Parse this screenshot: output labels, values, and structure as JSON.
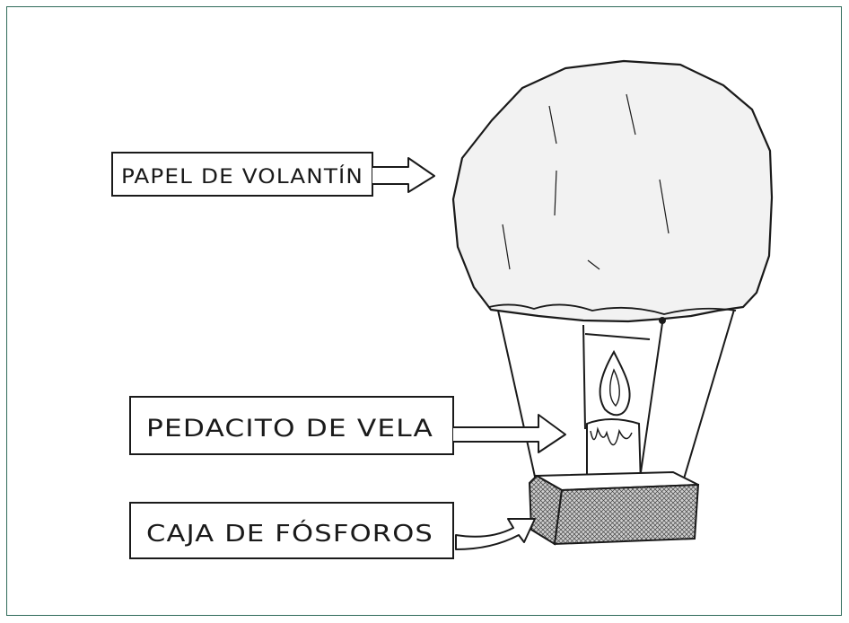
{
  "labels": {
    "paper": "PAPEL DE VOLANTÍN",
    "candle": "PEDACITO DE VELA",
    "matchbox": "CAJA DE FÓSFOROS"
  },
  "colors": {
    "frame": "#2f6b5a",
    "ink": "#1a1a1a",
    "balloon_fill": "#f2f2f2",
    "matchbox_fill": "#8a8a8a"
  }
}
